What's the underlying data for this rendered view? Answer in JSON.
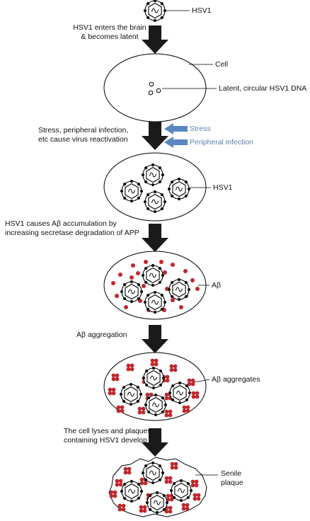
{
  "labels": {
    "hsv1_top": "HSV1",
    "step1_line1": "HSV1 enters the brain",
    "step1_line2": "& becomes latent",
    "cell": "Cell",
    "latent_dna": "Latent, circular HSV1 DNA",
    "step2_line1": "Stress, peripheral infection,",
    "step2_line2": "etc cause virus reactivation",
    "stress": "Stress",
    "peripheral_infection": "Peripheral infection",
    "hsv1_cell": "HSV1",
    "step3_line1": "HSV1 causes Aβ accumulation by",
    "step3_line2": "increasing secretase degradation of APP",
    "abeta": "Aβ",
    "step4": "Aβ aggregation",
    "abeta_aggregates": "Aβ aggregates",
    "step5_line1": "The cell lyses and plaques",
    "step5_line2": "containing HSV1 develop",
    "senile_line1": "Senile",
    "senile_line2": "plaque"
  },
  "colors": {
    "arrow_black": "#1a1a1a",
    "abeta_red": "#c0272d",
    "trigger_blue": "#5b86c4",
    "trigger_text": "#5b7fb0"
  }
}
